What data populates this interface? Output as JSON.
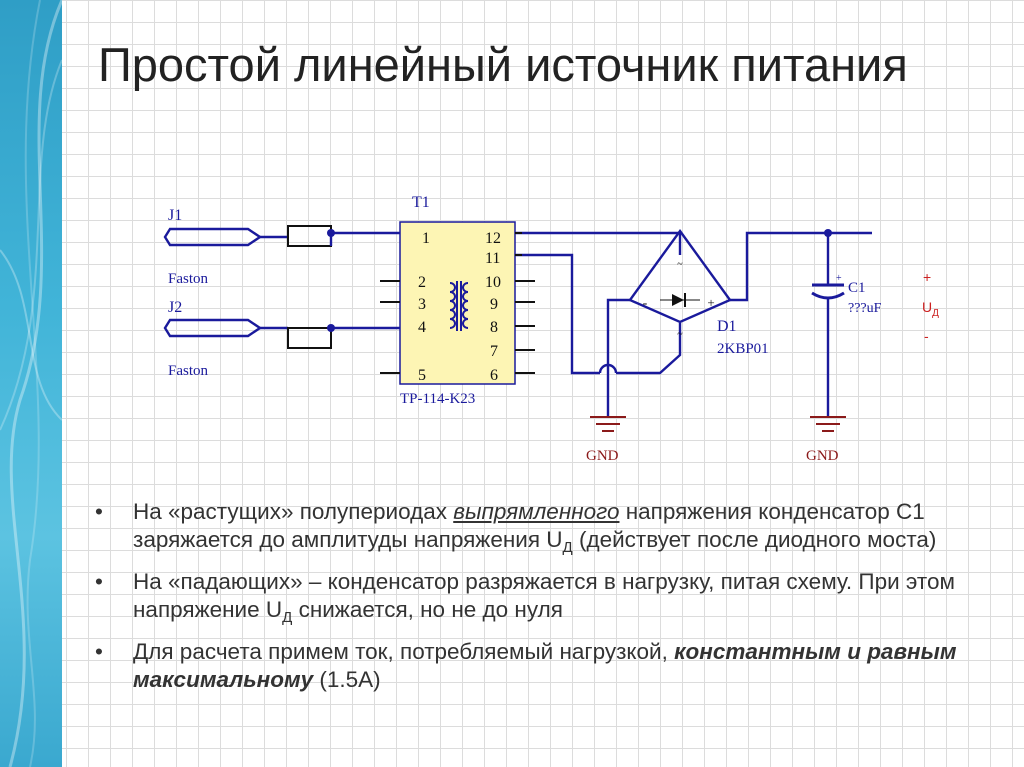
{
  "title": "Простой линейный источник питания",
  "schematic": {
    "connectors": [
      {
        "ref": "J1",
        "label": "Faston"
      },
      {
        "ref": "J2",
        "label": "Faston"
      }
    ],
    "transformer": {
      "ref": "T1",
      "part": "TP-114-K23",
      "left_pins": [
        "1",
        "2",
        "3",
        "4",
        "5"
      ],
      "right_pins": [
        "12",
        "11",
        "10",
        "9",
        "8",
        "7",
        "6"
      ]
    },
    "bridge": {
      "ref": "D1",
      "part": "2KBP01",
      "minus": "-",
      "plus": "+"
    },
    "capacitor": {
      "ref": "C1",
      "value": "???uF"
    },
    "output": {
      "plus": "+",
      "label": "U",
      "sub": "Д",
      "minus": "-"
    },
    "ground_label": "GND",
    "colors": {
      "wire": "#1a1a9c",
      "body": "#fdf5b4",
      "gnd": "#8b1a1a",
      "text": "#1a1a9c"
    }
  },
  "bullets": [
    {
      "marker": "•",
      "p1": "На «растущих» полупериодах ",
      "em": "выпрямленного",
      "p2": " напряжения конденсатор С1 заряжается до амплитуды напряжения U",
      "sub": "Д",
      "p3": " (действует после диодного моста)"
    },
    {
      "marker": "•",
      "p1": "На «падающих» – конденсатор разряжается в нагрузку, питая схему. При этом напряжение U",
      "sub": "Д",
      "p2": " снижается, но не до нуля"
    },
    {
      "marker": "•",
      "p1": "Для расчета примем ток, потребляемый нагрузкой, ",
      "em": "константным и равным максимальному",
      "p2": " (1.5А)"
    }
  ]
}
